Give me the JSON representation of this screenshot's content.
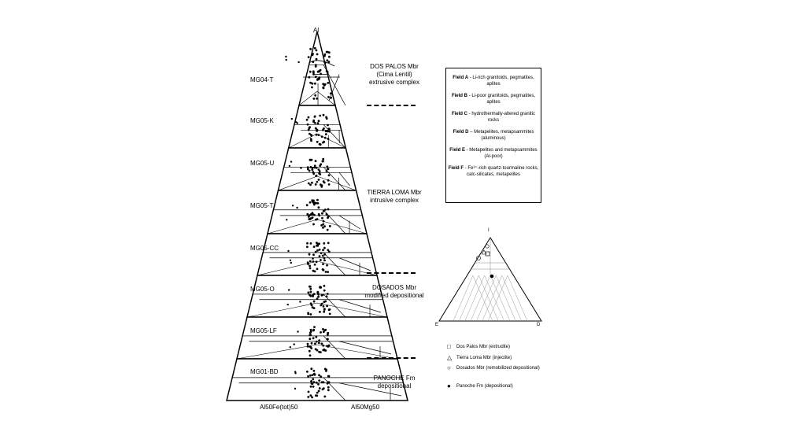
{
  "main_diagram": {
    "apex_label": "Al",
    "bottom_left_label": "Al50Fe(tot)50",
    "bottom_right_label": "Al50Mg50",
    "samples": [
      "MG04-T",
      "MG05-K",
      "MG05-U",
      "MG05-T",
      "MG05-CC",
      "MG05-O",
      "MG05-LF",
      "MG01-BD"
    ]
  },
  "units": [
    {
      "name": "DOS PALOS Mbr",
      "lines": [
        "(Cima Lentil)",
        "extrusive complex"
      ]
    },
    {
      "name": "TIERRA LOMA Mbr",
      "lines": [
        "intrusive complex"
      ]
    },
    {
      "name": "DOSADOS Mbr",
      "lines": [
        "modified depositional"
      ]
    },
    {
      "name": "PANOCHE Fm",
      "lines": [
        "depositional"
      ]
    }
  ],
  "field_legend": [
    {
      "field": "Field A",
      "desc": " - Li-rich granitoids, pegmatites, aplites"
    },
    {
      "field": "Field B",
      "desc": " - Li-poor granitoids, pegmatites, aplites"
    },
    {
      "field": "Field C",
      "desc": " - hydrothermally-altered granitic rocks"
    },
    {
      "field": "Field D",
      "desc": " – Metapelites, metapsammites (aluminous)"
    },
    {
      "field": "Field E",
      "desc": " - Metapelites and metapsammites (Al-poor)"
    },
    {
      "field": "Field F",
      "desc": " - Fe³⁺-rich quartz-tourmaline rocks, calc-silicates, metapelites"
    }
  ],
  "small_ternary": {
    "apex_label": "I",
    "left_label": "E",
    "right_label": "D"
  },
  "symbol_key": [
    {
      "symbol": "□",
      "text": "Dos Palos Mbr (extrudite)"
    },
    {
      "symbol": "△",
      "text": "Tierra Loma Mbr (injectite)"
    },
    {
      "symbol": "○",
      "text": "Dosados Mbr (remobilized depositional)"
    },
    {
      "symbol": "●",
      "text": "Panoche Fm (depositional)"
    }
  ]
}
